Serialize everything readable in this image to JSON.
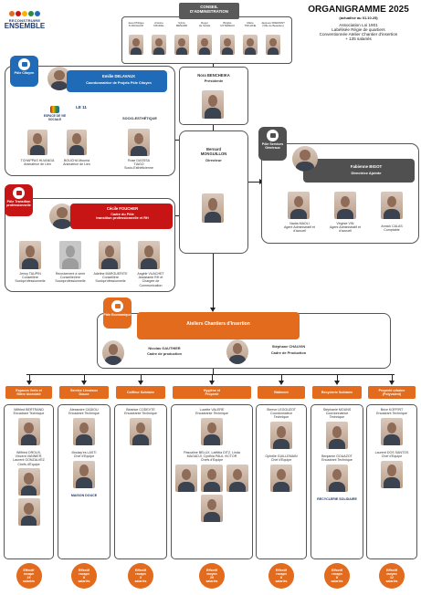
{
  "logo": {
    "line1": "RECONSTRUIRE",
    "line2": "ENSEMBLE"
  },
  "heading": {
    "title": "ORGANIGRAMME 2025",
    "updated": "(actualisé au 01.10.25)",
    "lines": [
      "Association Loi 1901",
      "Labélisée Régie de quartiers",
      "Conventionnée Atelier Chantier d'insertion",
      "+ 135 salariés"
    ]
  },
  "conseil": {
    "title": "CONSEIL\nD'ADMINISTRATION",
    "members": [
      {
        "name": "Jean-Philippe\nFURCHAUD"
      },
      {
        "name": "Antoine\nCRUDEL"
      },
      {
        "name": "Sylvie\nMENARD"
      },
      {
        "name": "Roger\nLE SAGE"
      },
      {
        "name": "Brigitte\nCOTEREAU"
      },
      {
        "name": "Marie\nTIRUANE"
      },
      {
        "name": "Jacques FREMONT\n(Ville de Beaulieu)"
      }
    ]
  },
  "presidente": {
    "name": "Nora BENCHEIKA",
    "role": "Présidente"
  },
  "directeur": {
    "name": "Bernard\nMONGUILLON",
    "role": "Directeur"
  },
  "pole_citoyen": {
    "tag": "Pôle Citoyen",
    "head_name": "Emilie DELAVAUX",
    "head_role": "Coordonnatrice de Projets Pôle Citoyen",
    "logo_evs": "ESPACE DE VIE SOCIALE",
    "logo_11": "LE 11",
    "socio_label": "SOCIO-ESTHÉTIQUE",
    "staff": [
      {
        "name": "TCHAPPAS HLVANGA\nAnimatrice de Lien"
      },
      {
        "name": "BOUCHA Mounia\nAnimatrice de Lien"
      },
      {
        "name": "Rose DASSSA\nTIAGO\nSocio-Esthéticienne"
      }
    ]
  },
  "pole_services": {
    "tag": "Pôle Services\nGénéraux",
    "head_name": "Fabienne BIGOT",
    "head_role": "Directrice Ajointe",
    "staff": [
      {
        "name": "Nadia MAOLI\nAgent Administratif et\nd'accueil"
      },
      {
        "name": "Virginie VIN\nAgent Administratif et\nd'accueil"
      },
      {
        "name": "Annick CALAS\nComptable"
      }
    ]
  },
  "pole_transition": {
    "tag": "Pôle Transition\nprofessionnelle",
    "head_name": "Cécile FOUCHER",
    "head_role": "Cadre du Pôle\ntransition professionnelle et RH",
    "staff": [
      {
        "name": "Jenny TAUPIN\nConseillère\nSocioprofessionnelle"
      },
      {
        "name": "Recrutement à venir\nConseiller/ère\nSocioprofessionnelle"
      },
      {
        "name": "Adeline MARGUERITE\nConseillère\nSocioprofessionnelle"
      },
      {
        "name": "Angèle VUACHET\nAssistante RH et\nChargée de\nCommunication"
      }
    ]
  },
  "pole_economique": {
    "tag": "Pôle Economique",
    "ateliers_title": "Ateliers Chantiers d'Insertion",
    "managers": [
      {
        "name": "Nicolas GAUTHIER",
        "role": "Cadre de production"
      },
      {
        "name": "Stéphane CHAUVIN",
        "role": "Cadre de Production"
      }
    ]
  },
  "columns": [
    {
      "header": "Espaces Verts et\nfilière bioéclaté",
      "people": [
        {
          "name": "Wilfried BERTRAND\nEncadrant Technique"
        },
        {
          "name": "Wilfried DROUX,\nVincent VANNIER,\nLaurent GONZALVEZ\nChefs d'Equipe"
        }
      ],
      "effectif": "Effectif\nrecapn\n19\nsalariés"
    },
    {
      "header": "Service Livraison\nDouce",
      "people": [
        {
          "name": "Alexandre CADIOU\nEncadrant Technique"
        },
        {
          "name": "Moulay'es LASTI\nChef d'Equipe"
        }
      ],
      "logo": "MAISON DOUCE",
      "effectif": "Effectif\nrecapn\n8\nsalariés"
    },
    {
      "header": "Coiffeur Solidaire",
      "people": [
        {
          "name": "Béatrice CODEVTE\nEncadrante Technique"
        }
      ],
      "effectif": "Effectif\nrecapn\n3\nsalariés"
    },
    {
      "header": "Hygiène et\nPropreté",
      "people": [
        {
          "name": "Lucette VALERE\nEncadrante Technique"
        },
        {
          "name": "Pascaline BELUX, Laëtitia DITZ, Linda\nMAGADJI, Cynthia PAUL VICTOR\nChefs d'Equipe"
        }
      ],
      "effectif": "Effectif\nmoyen\n29\nsalariés"
    },
    {
      "header": "Bâtiment",
      "people": [
        {
          "name": "Steeve LEGOUZOT\nCoordonnateur\nTechnique"
        },
        {
          "name": "Ophélie GUILLEMAIN\nChef d'Equipe"
        }
      ],
      "effectif": "Effectif\nrecapn\n8\nsalariés"
    },
    {
      "header": "Recyclerie Solidaire",
      "people": [
        {
          "name": "Stéphanie MOUNS\nCoordonnatrice\nTechnique"
        },
        {
          "name": "Benjamin GOUAZOT\nEncadrant Technique"
        }
      ],
      "logo": "RECYCLERIE SOLIDAIRE",
      "effectif": "Effectif\nrecapn\n8\nsalariés"
    },
    {
      "header": "Propreté urbaine\n(Polyvalent)",
      "people": [
        {
          "name": "Brice KOFFIRT\nEncadrant Technique"
        },
        {
          "name": "Laurent DOS SANTOS\nChef d'Equipe"
        }
      ],
      "effectif": "Effectif\nmoyen\n12\nsalariés"
    }
  ],
  "colors": {
    "orange": "#e26b1d",
    "red": "#c71414",
    "grey": "#505050",
    "navy": "#1f3a6e"
  }
}
